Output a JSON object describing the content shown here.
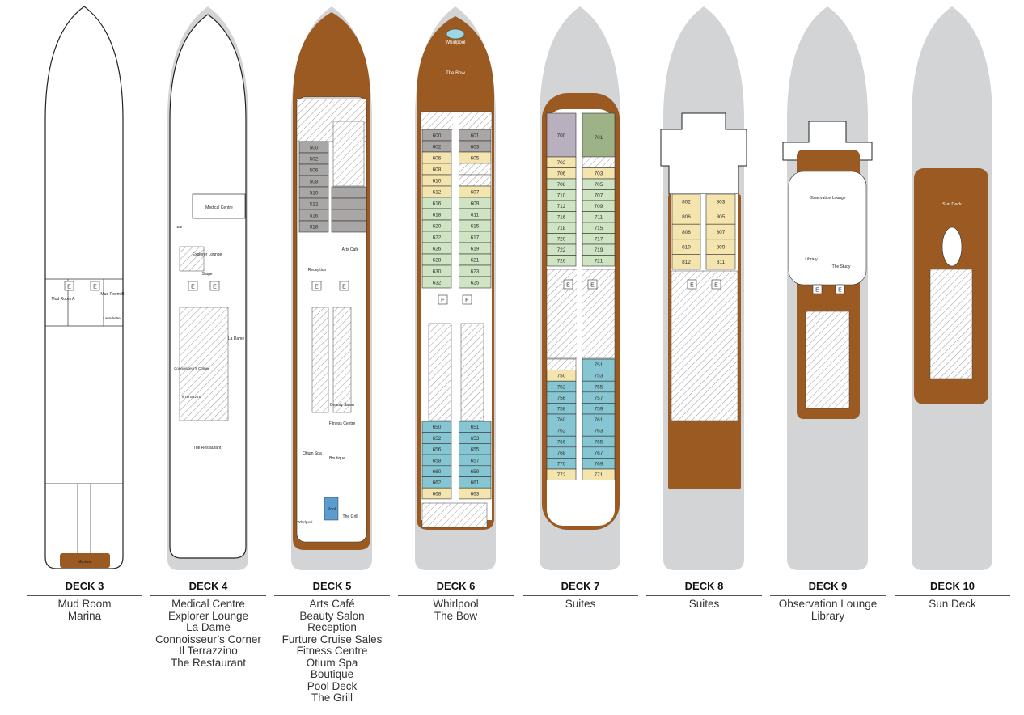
{
  "colors": {
    "silhouette": "#d3d4d6",
    "hull": "#9a5a22",
    "cream": "#f4e5ae",
    "green": "#cfe4c3",
    "blue": "#86c6d3",
    "grey": "#a9a6a6",
    "purple": "#b8b0bf",
    "olive": "#9db387"
  },
  "decks": [
    {
      "title": "DECK 3",
      "features": [
        "Mud Room",
        "Marina"
      ],
      "map_labels": [
        "Mud Room A",
        "Mud Room B",
        "Laundrette",
        "Marina"
      ]
    },
    {
      "title": "DECK 4",
      "features": [
        "Medical Centre",
        "Explorer Lounge",
        "La Dame",
        "Connoisseur’s Corner",
        "Il Terrazzino",
        "The Restaurant"
      ],
      "map_labels": [
        "Medical Centre",
        "Explorer Lounge",
        "Stage",
        "La Dame",
        "Connoisseur’s Corner",
        "Il Terrazzino",
        "The Restaurant",
        "Bar"
      ]
    },
    {
      "title": "DECK 5",
      "features": [
        "Arts Café",
        "Beauty Salon",
        "Reception",
        "Furture Cruise Sales",
        "Fitness Centre",
        "Otium Spa",
        "Boutique",
        "Pool Deck",
        "The Grill"
      ],
      "map_labels": [
        "Arts Café",
        "Reception",
        "Beauty Salon",
        "Fitness Centre",
        "Otium Spa",
        "Boutique",
        "Pool",
        "The Grill",
        "Whirlpool"
      ]
    },
    {
      "title": "DECK 6",
      "features": [
        "Whirlpool",
        "The Bow"
      ],
      "map_labels": [
        "Whirlpool",
        "The Bow"
      ]
    },
    {
      "title": "DECK 7",
      "features": [
        "Suites"
      ],
      "map_labels": []
    },
    {
      "title": "DECK 8",
      "features": [
        "Suites"
      ],
      "map_labels": []
    },
    {
      "title": "DECK 9",
      "features": [
        "Observation Lounge",
        "Library"
      ],
      "map_labels": [
        "Observation Lounge",
        "Library",
        "The Study"
      ]
    },
    {
      "title": "DECK 10",
      "features": [
        "Sun Deck"
      ],
      "map_labels": [
        "Sun Deck"
      ]
    }
  ],
  "cabins": {
    "deck5": {
      "left": [
        [
          "500",
          "grey"
        ],
        [
          "502",
          "grey"
        ],
        [
          "506",
          "grey"
        ],
        [
          "508",
          "grey"
        ],
        [
          "510",
          "grey"
        ],
        [
          "512",
          "grey"
        ],
        [
          "516",
          "grey"
        ],
        [
          "518",
          "grey"
        ]
      ]
    },
    "deck6_fwd": {
      "left": [
        [
          "600",
          "grey"
        ],
        [
          "602",
          "grey"
        ],
        [
          "606",
          "cream"
        ],
        [
          "608",
          "cream"
        ],
        [
          "610",
          "cream"
        ],
        [
          "612",
          "cream"
        ],
        [
          "616",
          "green"
        ],
        [
          "618",
          "green"
        ],
        [
          "620",
          "green"
        ],
        [
          "622",
          "green"
        ],
        [
          "626",
          "green"
        ],
        [
          "628",
          "green"
        ],
        [
          "630",
          "green"
        ],
        [
          "632",
          "green"
        ]
      ],
      "right": [
        [
          "601",
          "grey"
        ],
        [
          "603",
          "grey"
        ],
        [
          "605",
          "cream"
        ],
        [
          "",
          ""
        ],
        [
          "",
          ""
        ],
        [
          "607",
          "cream"
        ],
        [
          "609",
          "green"
        ],
        [
          "611",
          "green"
        ],
        [
          "615",
          "green"
        ],
        [
          "617",
          "green"
        ],
        [
          "619",
          "green"
        ],
        [
          "621",
          "green"
        ],
        [
          "623",
          "green"
        ],
        [
          "625",
          "green"
        ]
      ]
    },
    "deck6_aft": {
      "left": [
        [
          "650",
          "blue"
        ],
        [
          "652",
          "blue"
        ],
        [
          "656",
          "blue"
        ],
        [
          "658",
          "blue"
        ],
        [
          "660",
          "blue"
        ],
        [
          "662",
          "blue"
        ],
        [
          "668",
          "cream"
        ]
      ],
      "right": [
        [
          "651",
          "blue"
        ],
        [
          "653",
          "blue"
        ],
        [
          "655",
          "blue"
        ],
        [
          "657",
          "blue"
        ],
        [
          "659",
          "blue"
        ],
        [
          "661",
          "blue"
        ],
        [
          "663",
          "cream"
        ]
      ]
    },
    "deck7_suites": {
      "left": [
        [
          "700",
          "purple"
        ],
        [
          "701",
          "olive"
        ]
      ]
    },
    "deck7_fwd": {
      "left": [
        [
          "702",
          "cream"
        ],
        [
          "706",
          "cream"
        ],
        [
          "708",
          "green"
        ],
        [
          "710",
          "green"
        ],
        [
          "712",
          "green"
        ],
        [
          "716",
          "green"
        ],
        [
          "718",
          "green"
        ],
        [
          "720",
          "green"
        ],
        [
          "722",
          "green"
        ],
        [
          "726",
          "green"
        ]
      ],
      "right": [
        [
          "",
          ""
        ],
        [
          "703",
          "cream"
        ],
        [
          "705",
          "green"
        ],
        [
          "707",
          "green"
        ],
        [
          "709",
          "green"
        ],
        [
          "711",
          "green"
        ],
        [
          "715",
          "green"
        ],
        [
          "717",
          "green"
        ],
        [
          "719",
          "green"
        ],
        [
          "721",
          "green"
        ]
      ]
    },
    "deck7_aft": {
      "left": [
        [
          "",
          ""
        ],
        [
          "750",
          "cream"
        ],
        [
          "752",
          "blue"
        ],
        [
          "756",
          "blue"
        ],
        [
          "758",
          "blue"
        ],
        [
          "760",
          "blue"
        ],
        [
          "762",
          "blue"
        ],
        [
          "766",
          "blue"
        ],
        [
          "768",
          "blue"
        ],
        [
          "770",
          "blue"
        ],
        [
          "772",
          "cream"
        ]
      ],
      "right": [
        [
          "751",
          "blue"
        ],
        [
          "753",
          "blue"
        ],
        [
          "755",
          "blue"
        ],
        [
          "757",
          "blue"
        ],
        [
          "759",
          "blue"
        ],
        [
          "761",
          "blue"
        ],
        [
          "763",
          "blue"
        ],
        [
          "765",
          "blue"
        ],
        [
          "767",
          "blue"
        ],
        [
          "769",
          "blue"
        ],
        [
          "771",
          "cream"
        ]
      ]
    },
    "deck8": {
      "left": [
        [
          "802",
          "cream"
        ],
        [
          "806",
          "cream"
        ],
        [
          "808",
          "cream"
        ],
        [
          "810",
          "cream"
        ],
        [
          "812",
          "cream"
        ]
      ],
      "right": [
        [
          "803",
          "cream"
        ],
        [
          "805",
          "cream"
        ],
        [
          "807",
          "cream"
        ],
        [
          "809",
          "cream"
        ],
        [
          "811",
          "cream"
        ]
      ]
    }
  }
}
